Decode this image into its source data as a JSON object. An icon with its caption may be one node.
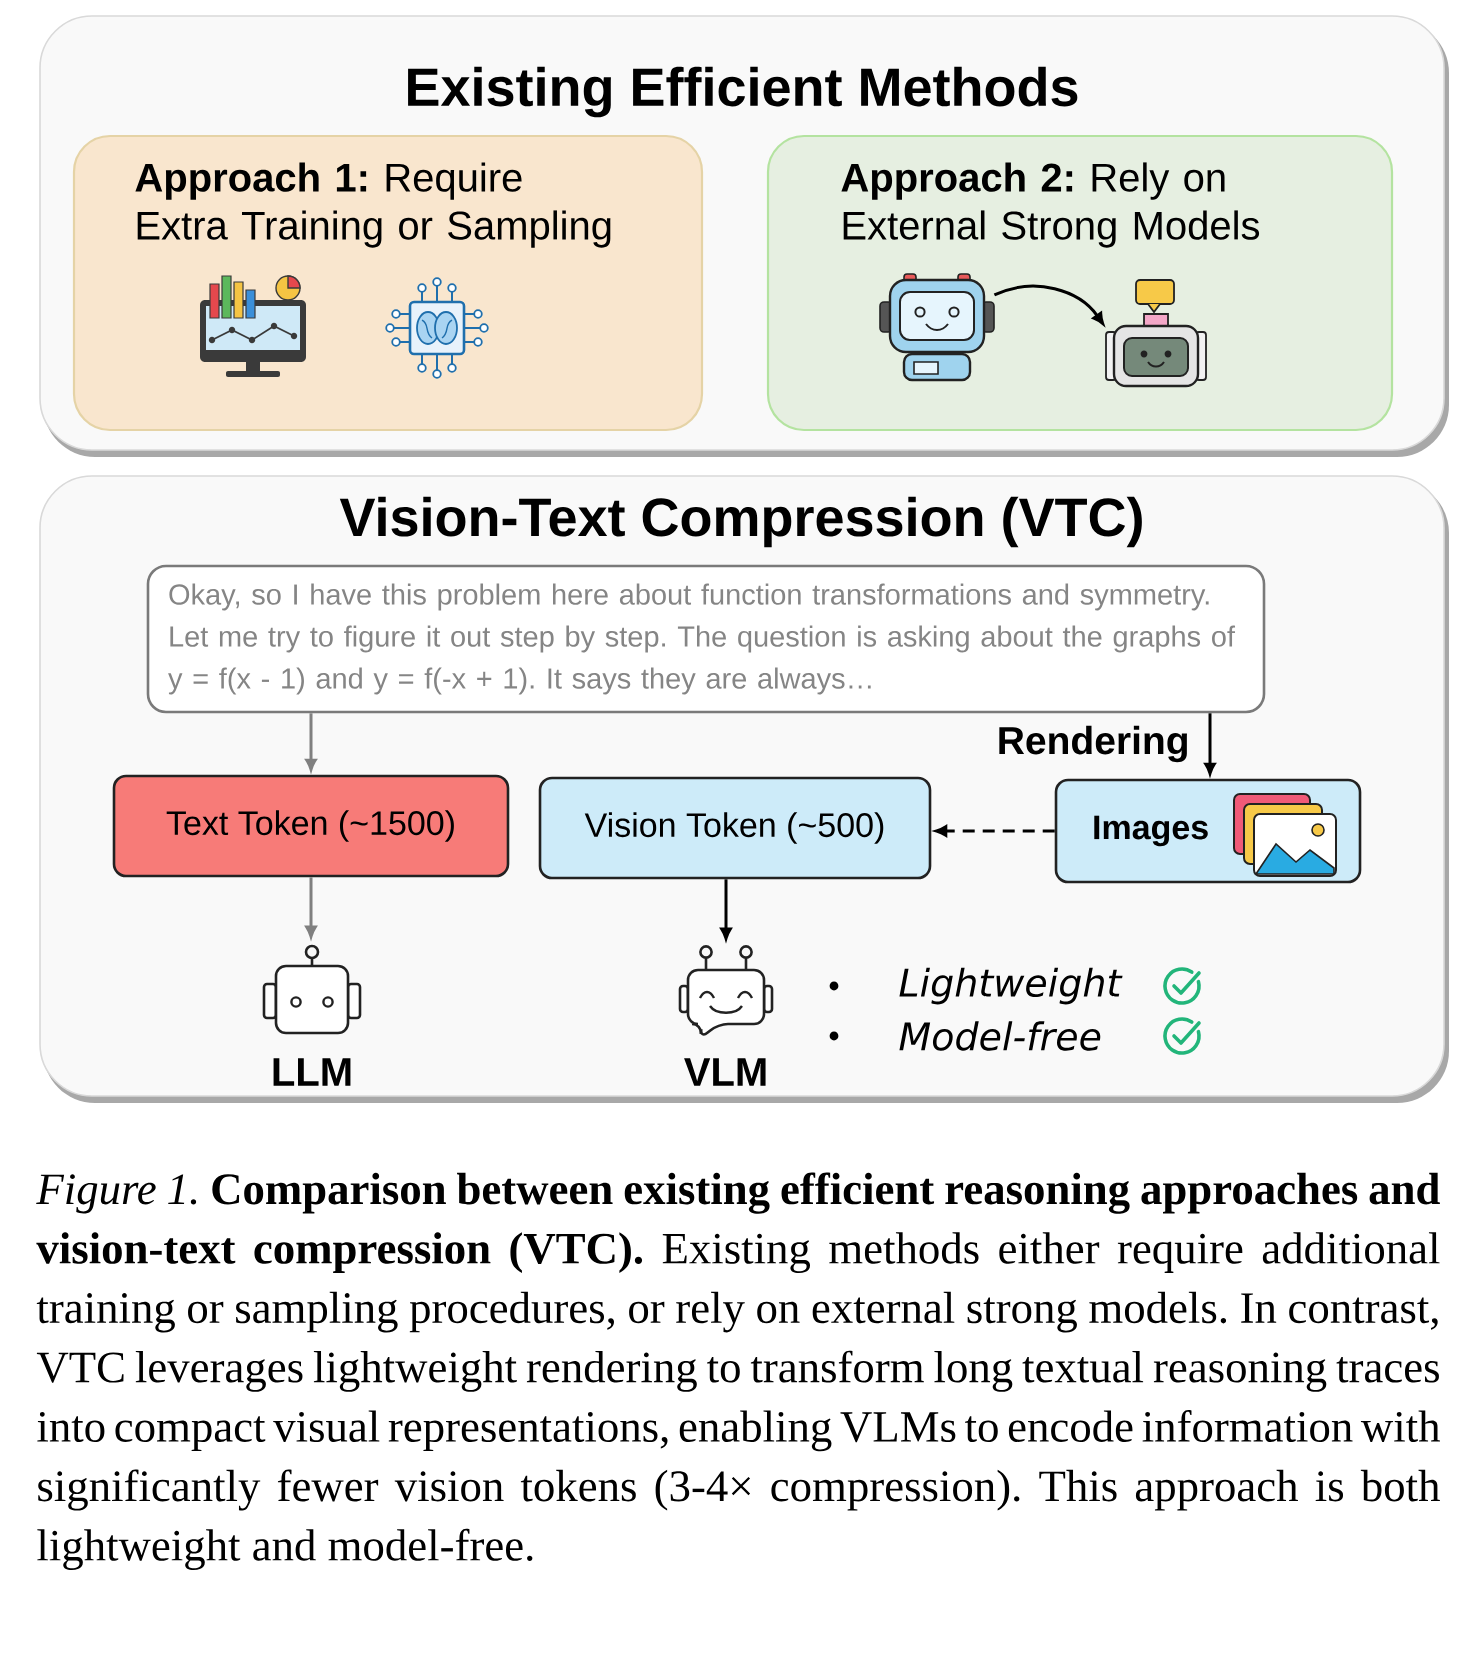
{
  "diagram": {
    "caption": "*Figure 1.* **Comparison between existing efficient reasoning approaches and vision-text compression (VTC).** Existing methods either require additional training or sampling procedures, or rely on external strong models. In contrast, VTC leverages lightweight rendering to transform long textual reasoning traces into compact visual representations, enabling VLMs to encode information with significantly fewer vision tokens (3-4× compression). This approach is both lightweight and model-free.",
    "nodes": [
      {
        "text": [
          "Existing Efficient Methods"
        ]
      },
      {
        "text": [
          "**Approach 1:** Require Extra Training or Sampling"
        ],
        "in": 0
      },
      {
        "text": [
          "**Approach 2:** Rely on External Strong Models"
        ],
        "in": 0
      },
      {
        "text": [],
        "shape": "picture",
        "in": 2
      },
      {
        "text": [],
        "shape": "picture",
        "in": 2
      },
      {
        "text": [
          "Vision-Text Compression (VTC)"
        ]
      },
      {
        "text": [
          "Okay, so I have this problem here about function transformations and symmetry. Let me try to figure it out step by step. The question is asking about the graphs of y = f(x - 1) and y = f(-x + 1). It says they are always…"
        ],
        "in": 5
      },
      {
        "text": [
          "Text Token (~1500)"
        ],
        "in": 5
      },
      {
        "text": [
          "Vision Token (~500)"
        ],
        "in": 5
      },
      {
        "text": [
          "Images"
        ],
        "in": 5
      },
      {
        "text": [],
        "shape": "picture",
        "beside": [
          "LLM"
        ],
        "in": 5
      },
      {
        "text": [],
        "shape": "picture",
        "beside": [
          "VLM"
        ],
        "in": 5
      }
    ],
    "edges": [
      {
        "from": 3,
        "to": 4,
        "arrow": "to"
      },
      {
        "from": 6,
        "to": 7,
        "arrow": "to",
        "color": "#808080"
      },
      {
        "from": 6,
        "to": 9,
        "arrow": "to",
        "label": "Rendering"
      },
      {
        "from": 9,
        "to": 8,
        "arrow": "to",
        "style": "dashed"
      },
      {
        "from": 7,
        "to": 10,
        "arrow": "to",
        "color": "#808080"
      },
      {
        "from": 8,
        "to": 11,
        "arrow": "to"
      }
    ],
    "labels": [
      "Lightweight",
      "Model-free"
    ]
  }
}
